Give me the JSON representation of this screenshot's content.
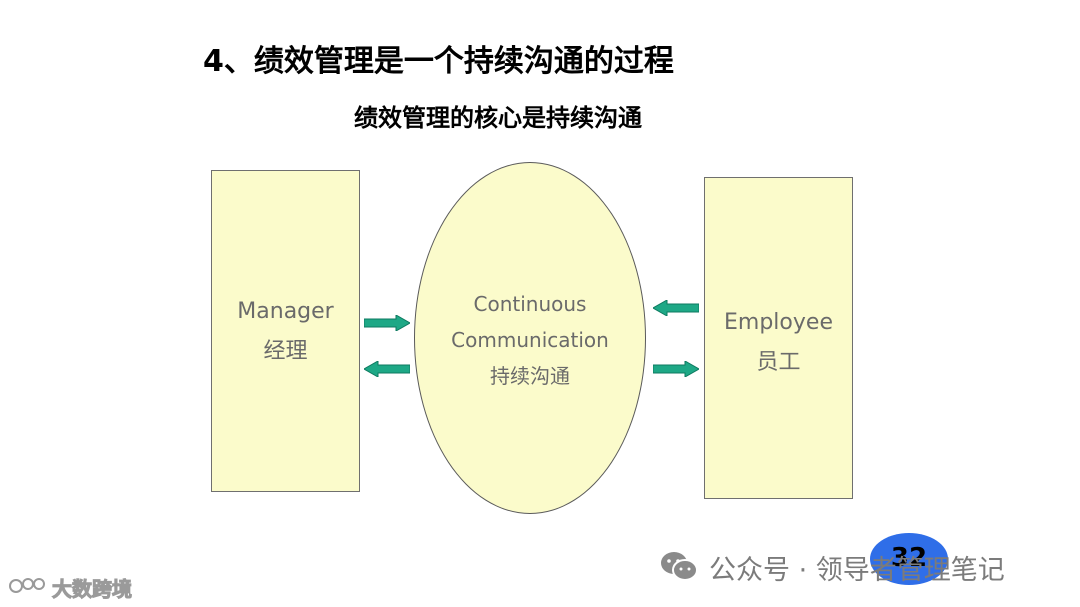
{
  "title": "4、绩效管理是一个持续沟通的过程",
  "subtitle": "绩效管理的核心是持续沟通",
  "diagram": {
    "manager": {
      "label_en": "Manager",
      "label_cn": "经理"
    },
    "center": {
      "line1": "Continuous",
      "line2": "Communication",
      "line3": "持续沟通"
    },
    "employee": {
      "label_en": "Employee",
      "label_cn": "员工"
    },
    "arrow_color": "#1ea886",
    "box_fill": "#fbfbcb"
  },
  "footer": {
    "brand": "大数跨境",
    "wechat_text": "公众号 · 领导者管理笔记",
    "page_number": "32",
    "badge_color": "#2f6ee8"
  }
}
